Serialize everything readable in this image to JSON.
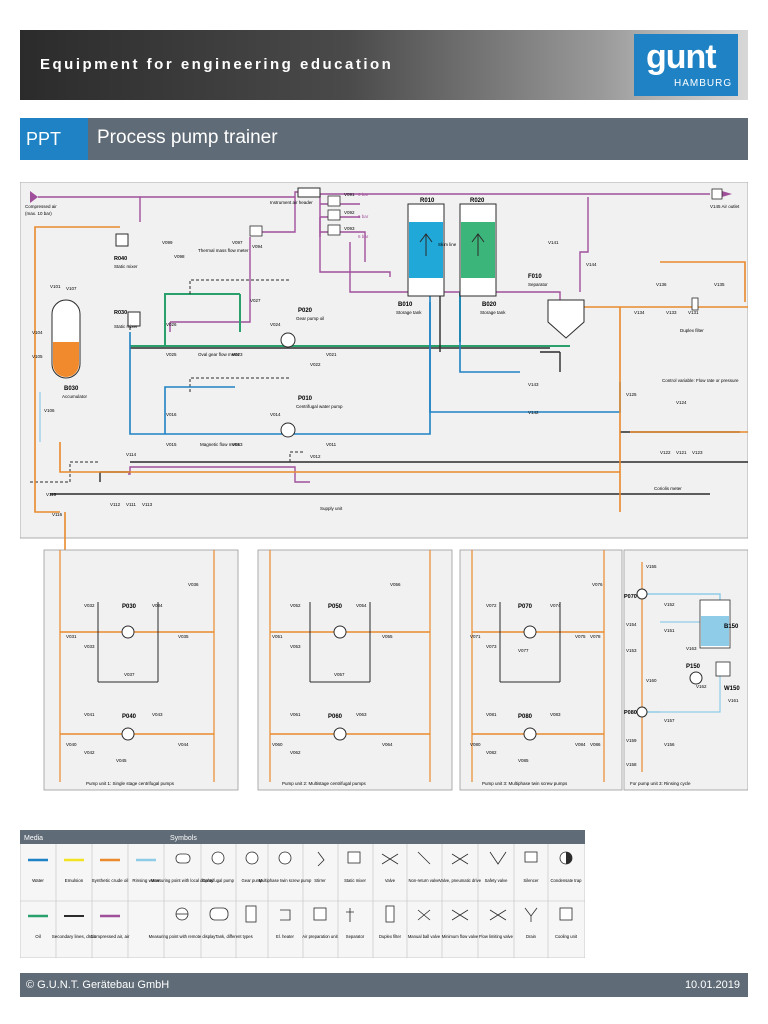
{
  "header": {
    "tagline": "Equipment for engineering education",
    "logo_main": "gunt",
    "logo_sub": "HAMBURG"
  },
  "title": {
    "code": "PPT",
    "name": "Process pump trainer"
  },
  "diagram": {
    "compressed_air": "Compressed air",
    "compressed_air_max": "(max. 10 bar)",
    "instrument_air_header": "Instrument air header",
    "air_outlet": "V145  Air outlet",
    "v091": "V091",
    "v092": "V092",
    "v093": "V093",
    "v094": "V094",
    "bar6": "6 bar",
    "r010": "R010",
    "r020": "R020",
    "b010": "B010",
    "b010_label": "Storage tank",
    "b020": "B020",
    "b020_label": "Storage tank",
    "skim_line": "Skim line",
    "f010": "F010",
    "f010_label": "Separator",
    "r040": "R040",
    "r040_label": "Static mixer",
    "r030": "R030",
    "r030_label": "Static mixer",
    "b030": "B030",
    "b030_label": "Accumulator",
    "p020": "P020",
    "p020_label": "Gear pump oil",
    "p010": "P010",
    "p010_label": "Centrifugal water pump",
    "thermal_meter": "Thermal mass flow meter",
    "oval_meter": "Oval gear flow meter",
    "magnetic_meter": "Magnetic flow meter",
    "duplex_filter": "Duplex filter",
    "control_var": "Control variable: Flow rate or pressure",
    "coriolis": "Coriolis meter",
    "supply_unit": "Supply unit",
    "v099": "V099",
    "v098": "V098",
    "v097": "V097",
    "v101": "V101",
    "v107": "V107",
    "v104": "V104",
    "v105": "V105",
    "v106": "V106",
    "v026": "V026",
    "v025": "V025",
    "v023": "V023",
    "v027": "V027",
    "v024": "V024",
    "v021": "V021",
    "v022": "V022",
    "v016": "V016",
    "v015": "V015",
    "v013": "V013",
    "v014": "V014",
    "v011": "V011",
    "v012": "V012",
    "v114": "V114",
    "v115": "V115",
    "v112": "V112",
    "v111": "V111",
    "v113": "V113",
    "v116": "V116",
    "v141": "V141",
    "v144": "V144",
    "v143": "V143",
    "v142": "V142",
    "v136": "V136",
    "v135": "V135",
    "v134": "V134",
    "v133": "V133",
    "v131": "V131",
    "v125": "V125",
    "v124": "V124",
    "v122": "V122",
    "v121": "V121",
    "v123": "V123",
    "pu1_caption": "Pump unit 1: Single stage centrifugal pumps",
    "pu2_caption": "Pump unit 2: Multistage centrifugal pumps",
    "pu3_caption": "Pump unit 3: Multiphase twin screw pumps",
    "rinse_caption": "For pump unit 3: Rinsing cycle",
    "p030": "P030",
    "p040": "P040",
    "p050": "P050",
    "p060": "P060",
    "p070": "P070",
    "p080": "P080",
    "p150": "P150",
    "b150": "B150",
    "w150": "W150",
    "v031": "V031",
    "v032": "V032",
    "v033": "V033",
    "v034": "V034",
    "v035": "V035",
    "v036": "V036",
    "v037": "V037",
    "v040": "V040",
    "v041": "V041",
    "v042": "V042",
    "v043": "V043",
    "v044": "V044",
    "v045": "V045",
    "v051": "V051",
    "v052": "V052",
    "v053": "V053",
    "v054": "V054",
    "v055": "V055",
    "v056": "V056",
    "v057": "V057",
    "v060": "V060",
    "v061": "V061",
    "v062": "V062",
    "v063": "V063",
    "v064": "V064",
    "v071": "V071",
    "v072": "V072",
    "v073": "V073",
    "v074": "V074",
    "v075": "V075",
    "v076": "V076",
    "v077": "V077",
    "v078": "V078",
    "v080": "V080",
    "v081": "V081",
    "v082": "V082",
    "v083": "V083",
    "v084": "V084",
    "v085": "V085",
    "v086": "V086",
    "v155": "V155",
    "v154": "V154",
    "v153": "V153",
    "v152": "V152",
    "v151": "V151",
    "v163": "V163",
    "v162": "V162",
    "v160": "V160",
    "v161": "V161",
    "v157": "V157",
    "v159": "V159",
    "v156": "V156",
    "v158": "V158"
  },
  "legend": {
    "media_header": "Media",
    "symbols_header": "Symbols",
    "media": [
      {
        "label": "Water",
        "color": "#1f82c4"
      },
      {
        "label": "Emulsion",
        "color": "#f2e21f"
      },
      {
        "label": "Synthetic crude oil",
        "color": "#e98a2c"
      },
      {
        "label": "Rinsing water",
        "color": "#8fcce8"
      },
      {
        "label": "Oil",
        "color": "#2aa06d"
      },
      {
        "label": "Secondary lines, drain",
        "color": "#2b2b2b"
      },
      {
        "label": "Compressed air, air",
        "color": "#a0509a"
      }
    ],
    "symbols_row1": [
      "Measuring point with local display",
      "Centrifugal pump",
      "Gear pump",
      "Multiphase twin screw pump",
      "Stirrer",
      "Static mixer",
      "Valve",
      "Non-return valve",
      "Valve, pneumatic drive",
      "Safety valve",
      "Silencer",
      "Condensate trap"
    ],
    "symbols_row2": [
      "Measuring point with remote display",
      "Tank, different types",
      "El. heater",
      "Air preparation unit",
      "Separator",
      "Duplex filter",
      "Manual ball valve",
      "Minimum flow valve",
      "Flow limiting valve",
      "Drain",
      "Cooling unit"
    ]
  },
  "footer": {
    "company": "© G.U.N.T. Gerätebau GmbH",
    "date": "10.01.2019"
  }
}
